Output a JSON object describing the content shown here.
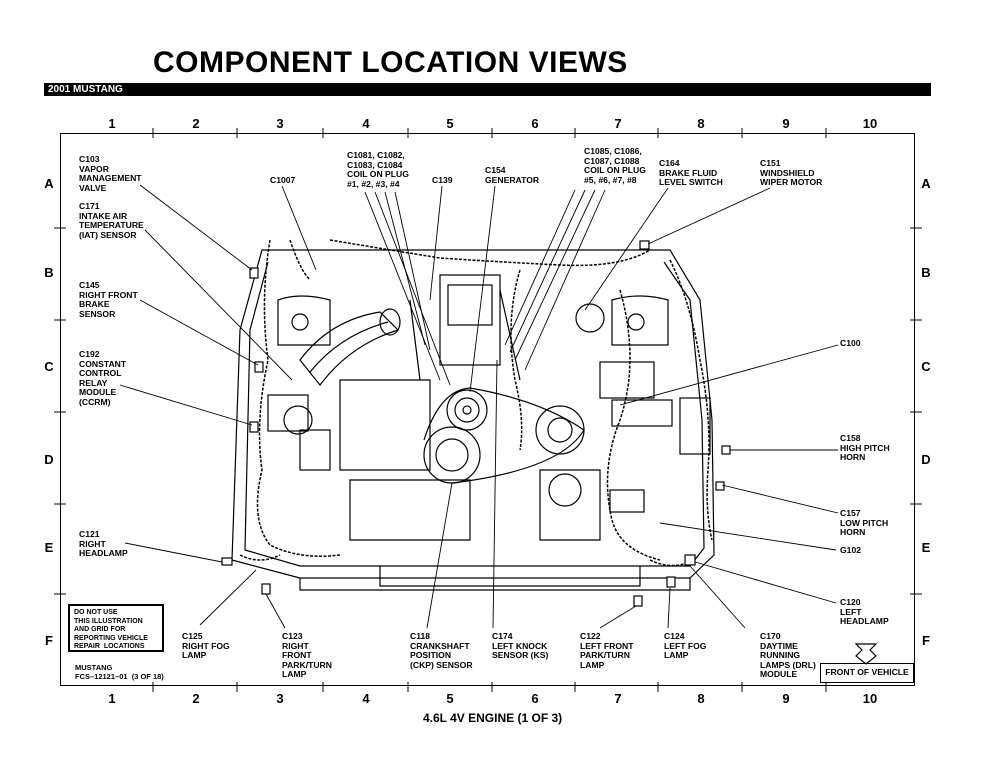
{
  "page_title": "COMPONENT  LOCATION VIEWS",
  "vehicle_bar": "2001 MUSTANG",
  "grid_columns": [
    "1",
    "2",
    "3",
    "4",
    "5",
    "6",
    "7",
    "8",
    "9",
    "10"
  ],
  "grid_rows": [
    "A",
    "B",
    "C",
    "D",
    "E",
    "F"
  ],
  "subtitle": "4.6L 4V ENGINE (1 OF 3)",
  "notice": "DO NOT USE\nTHIS ILLUSTRATION\nAND GRID FOR\nREPORTING VEHICLE\nREPAIR  LOCATIONS",
  "doc_ref": "MUSTANG\nFCS–12121–01  (3 OF 18)",
  "front_of_vehicle": "FRONT OF VEHICLE",
  "labels": {
    "c103": "C103\nVAPOR\nMANAGEMENT\nVALVE",
    "c171": "C171\nINTAKE AIR\nTEMPERATURE\n(IAT) SENSOR",
    "c145": "C145\nRIGHT FRONT\nBRAKE\nSENSOR",
    "c192": "C192\nCONSTANT\nCONTROL\nRELAY\nMODULE\n(CCRM)",
    "c121": "C121\nRIGHT\nHEADLAMP",
    "c1007": "C1007",
    "c1081": "C1081, C1082,\nC1083, C1084\nCOIL ON PLUG\n#1, #2, #3, #4",
    "c139": "C139",
    "c154": "C154\nGENERATOR",
    "c1085": "C1085, C1086,\nC1087, C1088\nCOIL ON PLUG\n#5, #6, #7, #8",
    "c164": "C164\nBRAKE FLUID\nLEVEL SWITCH",
    "c151": "C151\nWINDSHIELD\nWIPER MOTOR",
    "c100": "C100",
    "c158": "C158\nHIGH PITCH\nHORN",
    "c157": "C157\nLOW PITCH\nHORN",
    "g102": "G102",
    "c120": "C120\nLEFT\nHEADLAMP",
    "c125": "C125\nRIGHT FOG\nLAMP",
    "c123": "C123\nRIGHT\nFRONT\nPARK/TURN\nLAMP",
    "c118": "C118\nCRANKSHAFT\nPOSITION\n(CKP) SENSOR",
    "c174": "C174\nLEFT KNOCK\nSENSOR (KS)",
    "c122": "C122\nLEFT FRONT\nPARK/TURN\nLAMP",
    "c124": "C124\nLEFT FOG\nLAMP",
    "c170": "C170\nDAYTIME\nRUNNING\nLAMPS (DRL)\nMODULE"
  }
}
